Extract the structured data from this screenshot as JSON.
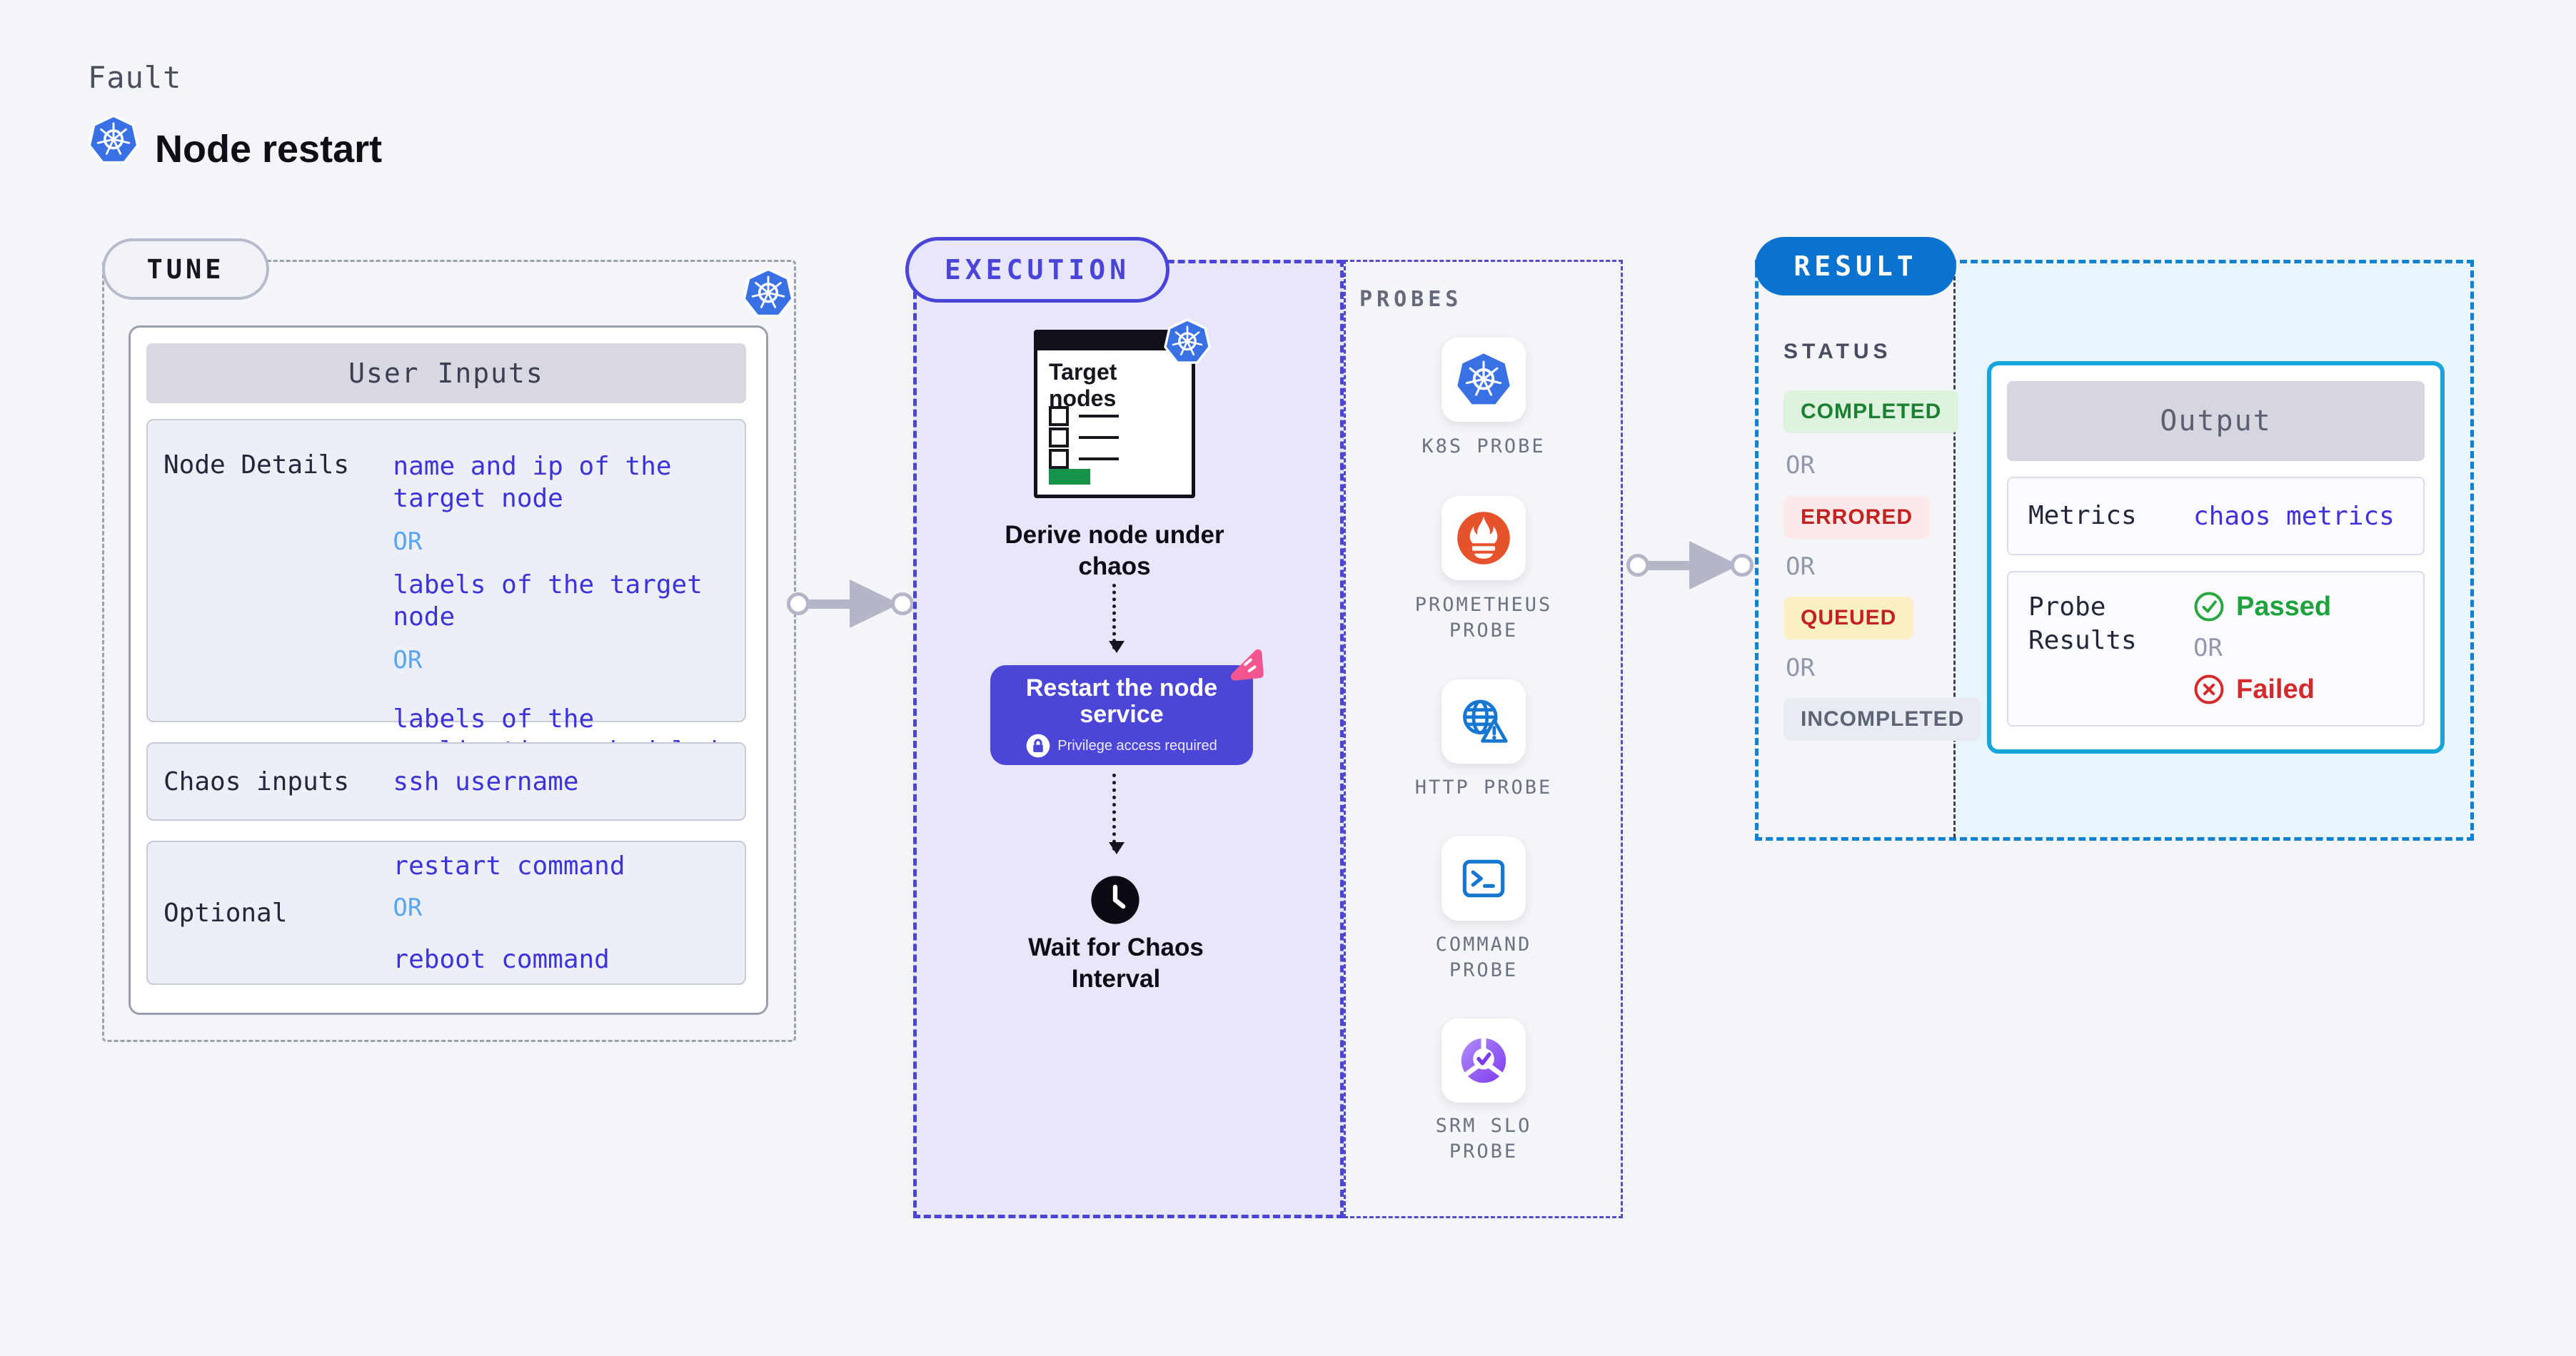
{
  "colors": {
    "page_bg": "#f4f5f9",
    "indigo_accent": "#4a45d6",
    "indigo_fill": "#e7e6fb",
    "link_text": "#3d33da",
    "or_blue": "#58a5f1",
    "result_blue": "#0b73cf",
    "cyan_border": "#14a6da",
    "green_status": "#1c8032",
    "red_status": "#c42222",
    "passed_green": "#1ea23c",
    "failed_red": "#d32b2b",
    "prometheus_orange": "#e6522c",
    "kubernetes_blue": "#3970e4",
    "chaos_pink": "#f2558f"
  },
  "header": {
    "kicker": "Fault",
    "title": "Node restart"
  },
  "tune": {
    "pill": "TUNE",
    "card_header": "User Inputs",
    "rows": [
      {
        "label": "Node Details",
        "values": [
          "name and ip of the target node",
          "OR",
          "labels of the target node",
          "OR",
          "labels of the application scheduled on target node"
        ]
      },
      {
        "label": "Chaos inputs",
        "values": [
          "ssh username"
        ]
      },
      {
        "label": "Optional",
        "values": [
          "restart command",
          "OR",
          "reboot command"
        ]
      }
    ]
  },
  "execution": {
    "pill": "EXECUTION",
    "target_card_title": "Target nodes",
    "derive_label": "Derive node under chaos",
    "restart_title": "Restart the node service",
    "restart_note": "Privilege access required",
    "wait_label": "Wait for Chaos Interval"
  },
  "probes": {
    "heading": "PROBES",
    "items": [
      {
        "label": "K8S PROBE",
        "icon": "kubernetes-icon"
      },
      {
        "label": "PROMETHEUS PROBE",
        "icon": "prometheus-icon"
      },
      {
        "label": "HTTP PROBE",
        "icon": "http-globe-icon"
      },
      {
        "label": "COMMAND PROBE",
        "icon": "terminal-icon"
      },
      {
        "label": "SRM SLO PROBE",
        "icon": "srm-slo-icon"
      }
    ]
  },
  "result": {
    "pill": "RESULT",
    "status_heading": "STATUS",
    "or_separator": "OR",
    "statuses": [
      {
        "label": "COMPLETED",
        "style": "green"
      },
      {
        "label": "ERRORED",
        "style": "red"
      },
      {
        "label": "QUEUED",
        "style": "yellow"
      },
      {
        "label": "INCOMPLETED",
        "style": "gray"
      }
    ],
    "output": {
      "header": "Output",
      "metrics_label": "Metrics",
      "metrics_value": "chaos metrics",
      "probe_results_label": "Probe Results",
      "passed": "Passed",
      "or": "OR",
      "failed": "Failed"
    }
  }
}
